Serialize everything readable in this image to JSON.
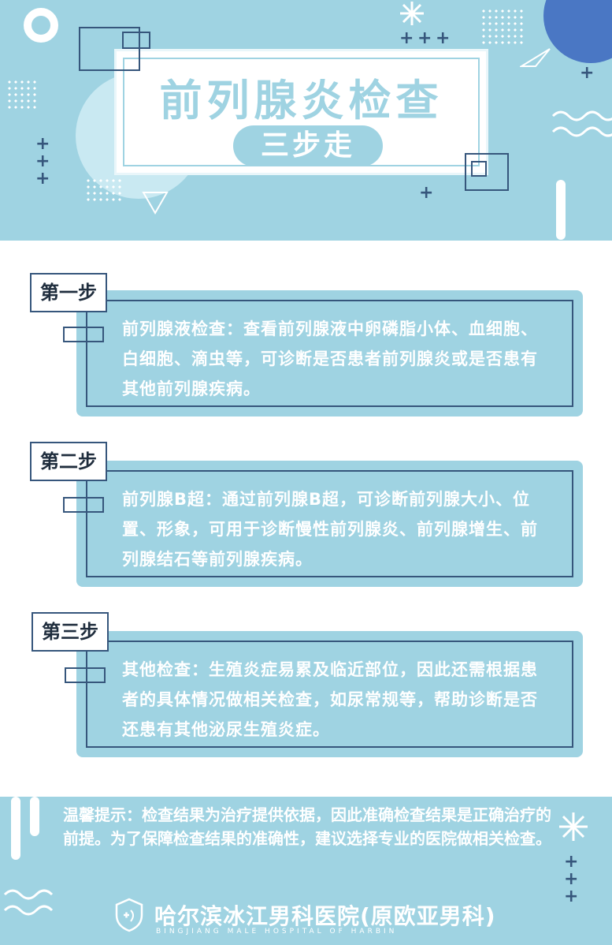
{
  "header": {
    "title": "前列腺炎检查",
    "subtitle": "三步走"
  },
  "steps": [
    {
      "label": "第一步",
      "text": "前列腺液检查：查看前列腺液中卵磷脂小体、血细胞、白细胞、滴虫等，可诊断是否患者前列腺炎或是否患有其他前列腺疾病。"
    },
    {
      "label": "第二步",
      "text": "前列腺B超：通过前列腺B超，可诊断前列腺大小、位置、形象，可用于诊断慢性前列腺炎、前列腺增生、前列腺结石等前列腺疾病。"
    },
    {
      "label": "第三步",
      "text": "其他检查：生殖炎症易累及临近部位，因此还需根据患者的具体情况做相关检查，如尿常规等，帮助诊断是否还患有其他泌尿生殖炎症。"
    }
  ],
  "footer": {
    "tip": "温馨提示：检查结果为治疗提供依据，因此准确检查结果是正确治疗的前提。为了保障检查结果的准确性，建议选择专业的医院做相关检查。",
    "hospital_name": "哈尔滨冰江男科医院(原欧亚男科)",
    "hospital_en": "BINGJIANG MALE HOSPITAL OF HARBIN"
  },
  "colors": {
    "band": "#9fd3e2",
    "accent_dark": "#36567c",
    "accent_blue": "#4a77c4",
    "text_light": "#ffffff"
  },
  "icons": [
    "plus-icon",
    "hospital-shield-icon"
  ]
}
